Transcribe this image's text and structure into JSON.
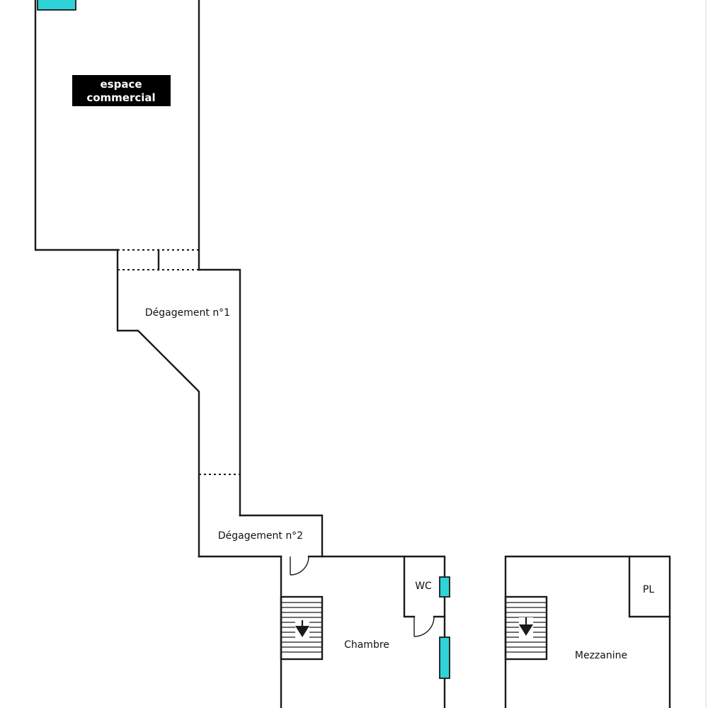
{
  "rooms": {
    "espace_commercial": {
      "line1": "espace",
      "line2": "commercial"
    },
    "degagement1": "Dégagement n°1",
    "degagement2": "Dégagement n°2",
    "wc": "WC",
    "chambre": "Chambre",
    "pl": "PL",
    "mezzanine": "Mezzanine"
  },
  "colors": {
    "wall": "#1a1a1a",
    "window": "#2fd3d8",
    "label_bg": "#000000"
  },
  "icons": [
    "stair-down-arrow-icon",
    "door-swing-icon"
  ]
}
